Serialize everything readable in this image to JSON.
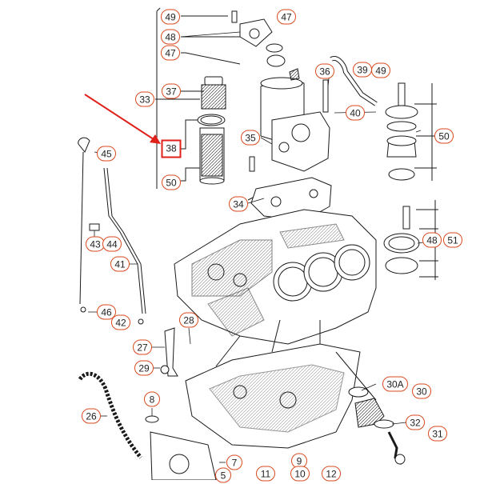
{
  "diagram": {
    "highlighted_part": "38",
    "highlight_color": "#e0201a",
    "callout_color": "#d94a1e",
    "line_color": "#1a1a1a",
    "callouts": {
      "c49a": "49",
      "c48a": "48",
      "c47a": "47",
      "c47b": "47",
      "c33": "33",
      "c37": "37",
      "c38": "38",
      "c50a": "50",
      "c35": "35",
      "c34": "34",
      "c36": "36",
      "c39": "39",
      "c49b": "49",
      "c40": "40",
      "c50b": "50",
      "c48b": "48",
      "c51": "51",
      "c45": "45",
      "c43": "43",
      "c44": "44",
      "c41": "41",
      "c46": "46",
      "c42": "42",
      "c28": "28",
      "c27": "27",
      "c29": "29",
      "c30A": "30A",
      "c30": "30",
      "c8": "8",
      "c26": "26",
      "c32": "32",
      "c31": "31",
      "c7": "7",
      "c5": "5",
      "c9": "9",
      "c11": "11",
      "c10": "10",
      "c12": "12"
    }
  }
}
